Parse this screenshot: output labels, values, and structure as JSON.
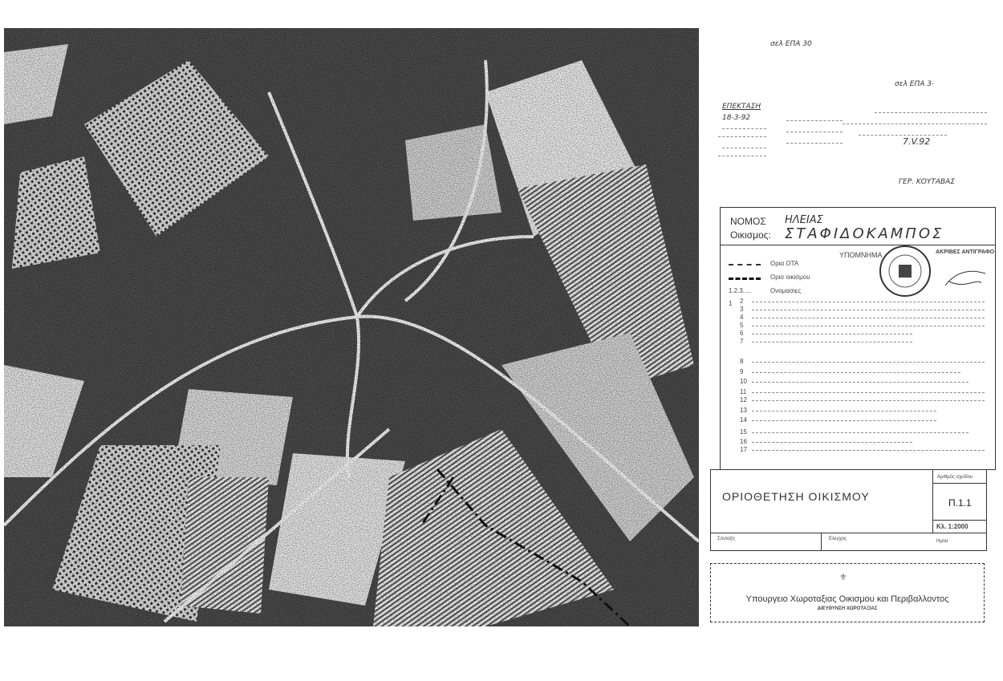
{
  "map": {
    "description_icon": "aerial-photo",
    "boundary_color": "#111111"
  },
  "notes": {
    "top": "σελ ΕΠΑ 30",
    "right_top": "σελ ΕΠΑ 3-",
    "date": "7.V.92",
    "left_title": "ΕΠΕΚΤΑΣΗ",
    "left_date": "18-3-92",
    "signature_name": "ΓΕΡ. ΚΟΥΤΑΒΑΣ"
  },
  "title_block": {
    "nomos_label": "ΝΟΜΟΣ",
    "nomos_value": "ΗΛΕΙΑΣ",
    "oikismos_label": "Οικισμος:",
    "oikismos_value": "ΣΤΑΦΙΔΟΚΑΜΠΟΣ",
    "legend_title": "ΥΠΟΜΝΗΜΑ",
    "legend": [
      {
        "label": "Ορια ΟΤΑ"
      },
      {
        "label": "Οριο οικισμου"
      },
      {
        "symbol": "1.2.3.....",
        "label": "Ονομασιες"
      }
    ],
    "stamp_text": "ΑΚΡΙΒΕΣ ΑΝΤΙΓΡΑΦΟ",
    "note_numbers": [
      "1",
      "2",
      "3",
      "4",
      "5",
      "6",
      "7",
      "8",
      "9",
      "10",
      "11",
      "12",
      "13",
      "14",
      "15",
      "16",
      "17"
    ]
  },
  "sheet": {
    "title": "ΟΡΙΟΘΕΤΗΣΗ ΟΙΚΙΣΜΟΥ",
    "drawing_no_label": "Αριθμός σχεδίου",
    "drawing_no": "Π.1.1",
    "scale": "Κλ. 1:2000",
    "date_label": "Ημ/ια",
    "author_label": "Σύνταξη",
    "checker_label": "Ελεγχος"
  },
  "ministry": {
    "name": "Υπουργειο Χωροταξιας Οικισμου και Περιβαλλοντος",
    "dept": "ΔΙΕΥΘΥΝΣΗ ΧΩΡΟΤΑΞΙΑΣ"
  }
}
